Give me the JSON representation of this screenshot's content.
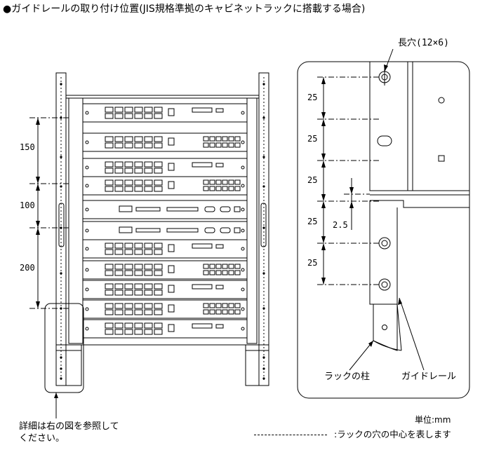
{
  "title": "●ガイドレールの取り付け位置(JIS規格準拠のキャビネットラックに搭載する場合)",
  "left": {
    "dims": [
      "150",
      "100",
      "200"
    ],
    "note_line1": "詳細は右の図を参照して",
    "note_line2": "ください。"
  },
  "right": {
    "hole_label": "長穴(12×6)",
    "dims": [
      "25",
      "25",
      "25",
      "25",
      "25"
    ],
    "dim_small": "2.5",
    "post_label": "ラックの柱",
    "rail_label": "ガイドレール"
  },
  "unit": "単位:mm",
  "legend": ":ラックの穴の中心を表します"
}
